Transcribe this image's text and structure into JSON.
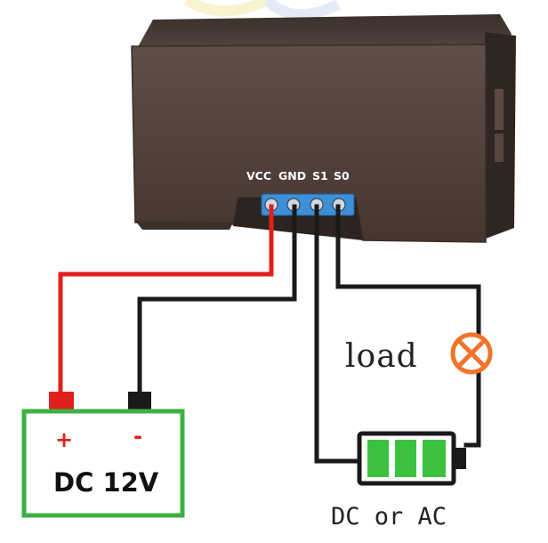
{
  "module": {
    "pins": [
      "VCC",
      "GND",
      "S1",
      "S0"
    ]
  },
  "load": {
    "label": "load",
    "icon": "lamp-cross-icon"
  },
  "supply": {
    "label": "DC 12V",
    "positive_sign": "+",
    "negative_sign": "-"
  },
  "source": {
    "label": "DC or AC",
    "icon": "battery-icon",
    "charge_bars": 3
  },
  "colors": {
    "red_wire": "#e0201c",
    "black_wire": "#1a1a1a",
    "green": "#3cb043",
    "enclosure": "#4d403a",
    "terminal_block": "#3d8fd6",
    "load_orange": "#f0742a"
  }
}
